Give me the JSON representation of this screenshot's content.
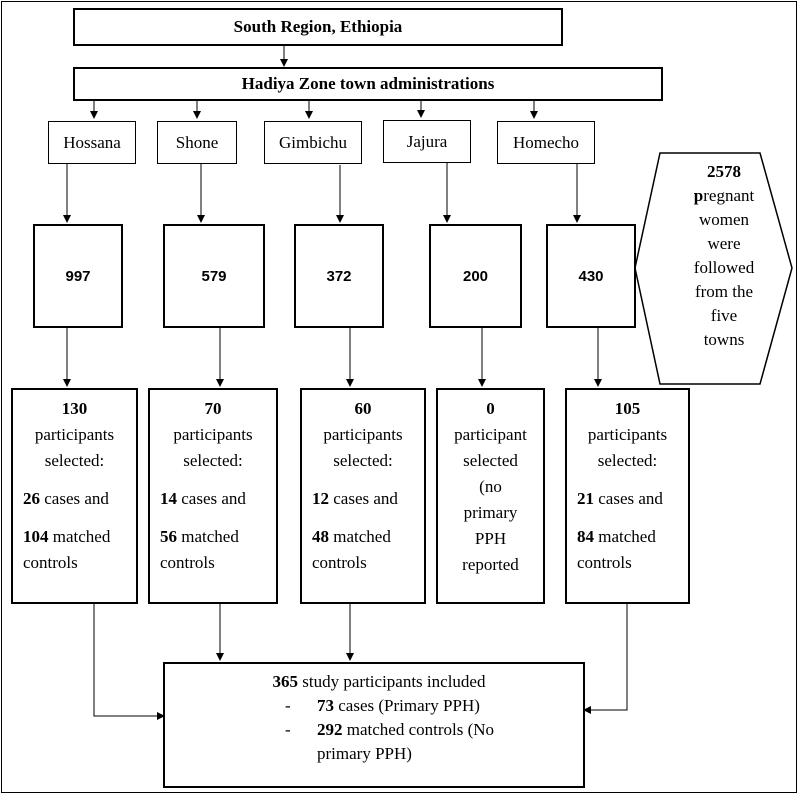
{
  "region": "South Region, Ethiopia",
  "zone": "Hadiya Zone town administrations",
  "towns": [
    {
      "name": "Hossana",
      "count": "997",
      "selected": "130",
      "sel_lines": [
        "participants",
        "selected:"
      ],
      "cases": "26",
      "cases_suffix": "cases and",
      "controls": "104",
      "controls_suffix1": "matched",
      "controls_suffix2": "controls"
    },
    {
      "name": "Shone",
      "count": "579",
      "selected": "70",
      "sel_lines": [
        "participants",
        "selected:"
      ],
      "cases": "14",
      "cases_suffix": "cases and",
      "controls": "56",
      "controls_suffix1": "matched",
      "controls_suffix2": "controls"
    },
    {
      "name": "Gimbichu",
      "count": "372",
      "selected": "60",
      "sel_lines": [
        "participants",
        "selected:"
      ],
      "cases": "12",
      "cases_suffix": "cases and",
      "controls": "48",
      "controls_suffix1": "matched",
      "controls_suffix2": "controls"
    },
    {
      "name": "Jajura",
      "count": "200",
      "selected": "0",
      "sel_lines": [
        "participant",
        "selected",
        "(no",
        "primary",
        "PPH",
        "reported"
      ]
    },
    {
      "name": "Homecho",
      "count": "430",
      "selected": "105",
      "sel_lines": [
        "participants",
        "selected:"
      ],
      "cases": "21",
      "cases_suffix": "cases and",
      "controls": "84",
      "controls_suffix1": "matched",
      "controls_suffix2": "controls"
    }
  ],
  "followed": {
    "number": "2578",
    "bold_letter": "p",
    "lines": [
      "regnant",
      "women",
      "were",
      "followed",
      "from the",
      "five",
      "towns"
    ]
  },
  "final": {
    "total": "365",
    "total_suffix": "study participants included",
    "dash": "-",
    "cases": "73",
    "cases_suffix": "cases (Primary PPH)",
    "controls": "292",
    "controls_suffix": "matched controls (No",
    "controls_suffix2": "primary PPH)"
  }
}
